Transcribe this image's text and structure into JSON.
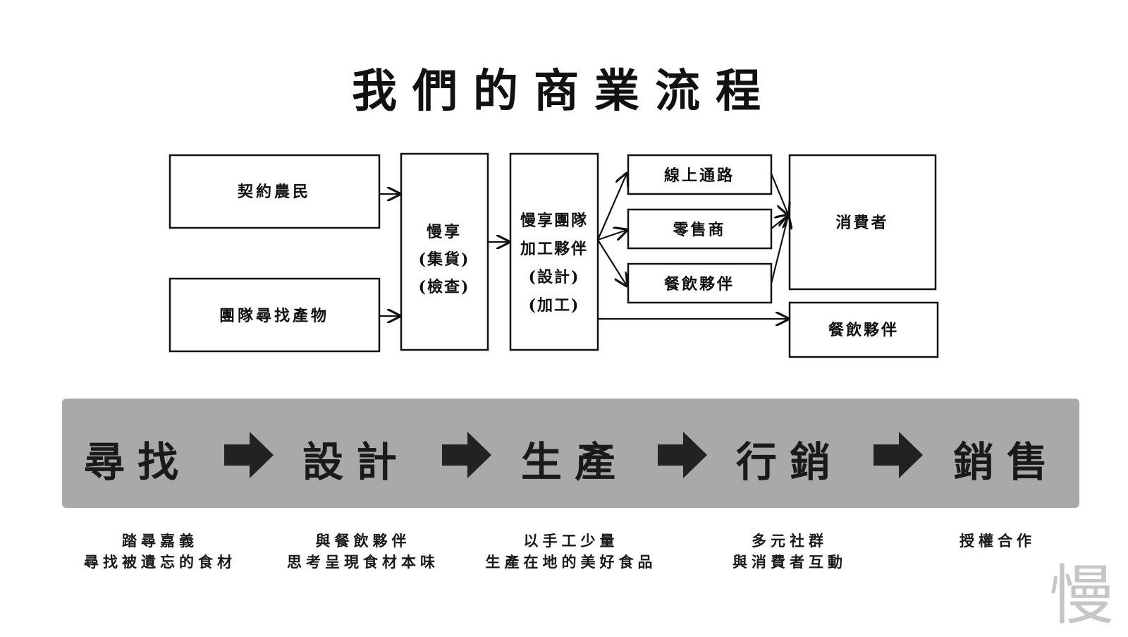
{
  "title": "我們的商業流程",
  "flow": {
    "contract_farmers": "契約農民",
    "team_find_products": "團隊尋找產物",
    "slow_enjoy": [
      "慢享",
      "(集貨)",
      "(檢查)"
    ],
    "processing_partner": [
      "慢享團隊",
      "加工夥伴",
      "(設計)",
      "(加工)"
    ],
    "online_channel": "線上通路",
    "retailer": "零售商",
    "restaurant_partner": "餐飲夥伴",
    "consumer": "消費者",
    "restaurant_partner_2": "餐飲夥伴"
  },
  "steps": [
    "尋找",
    "設計",
    "生產",
    "行銷",
    "銷售"
  ],
  "descriptions": [
    [
      "踏尋嘉義",
      "尋找被遺忘的食材"
    ],
    [
      "與餐飲夥伴",
      "思考呈現食材本味"
    ],
    [
      "以手工少量",
      "生產在地的美好食品"
    ],
    [
      "多元社群",
      "與消費者互動"
    ],
    [
      "授權合作"
    ]
  ],
  "watermark": "慢",
  "colors": {
    "band": "#a9a9a9",
    "arrow": "#222222",
    "stroke": "#111111"
  }
}
